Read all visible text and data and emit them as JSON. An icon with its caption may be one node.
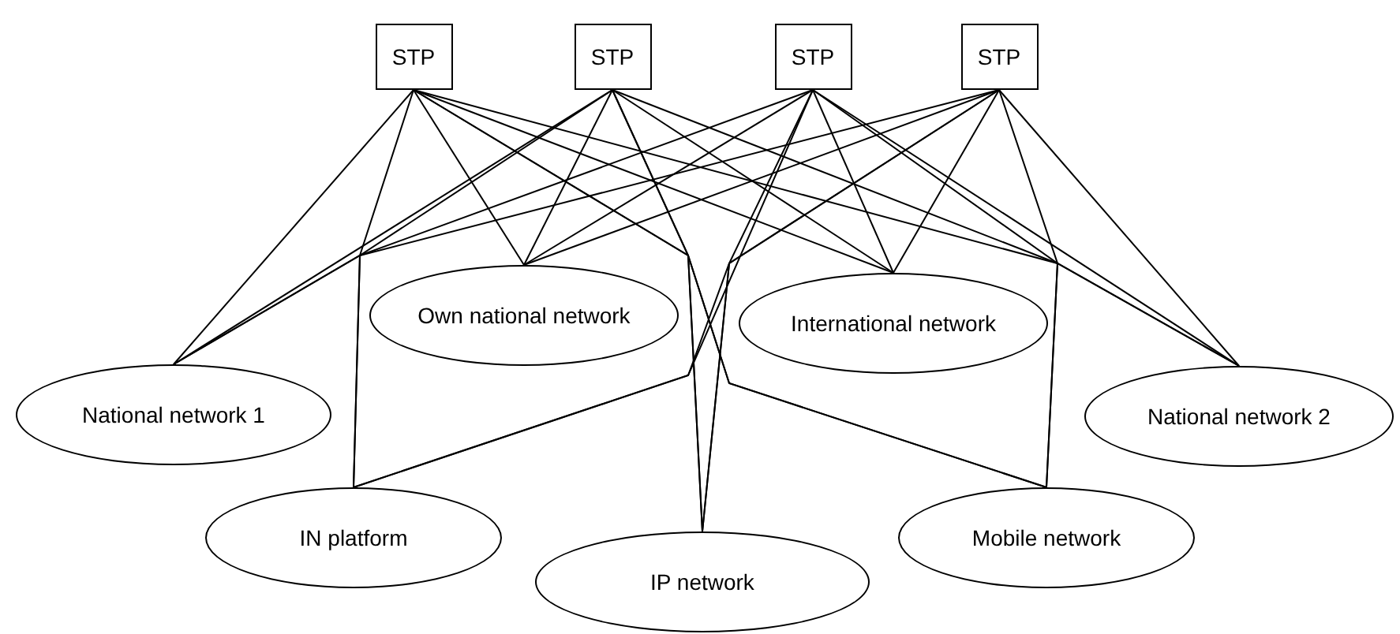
{
  "diagram": {
    "nodes": [
      {
        "text": [
          "STP"
        ]
      },
      {
        "text": [
          "STP"
        ]
      },
      {
        "text": [
          "STP"
        ]
      },
      {
        "text": [
          "STP"
        ]
      },
      {
        "text": [
          "Own national network"
        ]
      },
      {
        "text": [
          "International network"
        ]
      },
      {
        "text": [
          "National network 1"
        ]
      },
      {
        "text": [
          "National network 2"
        ]
      },
      {
        "text": [
          "IN platform"
        ]
      },
      {
        "text": [
          "Mobile network"
        ]
      },
      {
        "text": [
          "IP network"
        ]
      }
    ],
    "edges": [
      {
        "from": 0,
        "to": 4,
        "arrow": "none"
      },
      {
        "from": 0,
        "to": 5,
        "arrow": "none"
      },
      {
        "from": 0,
        "to": 6,
        "arrow": "none"
      },
      {
        "from": 0,
        "to": 7,
        "arrow": "none"
      },
      {
        "from": 0,
        "to": 8,
        "arrow": "none"
      },
      {
        "from": 0,
        "to": 9,
        "arrow": "none"
      },
      {
        "from": 0,
        "to": 10,
        "arrow": "none"
      },
      {
        "from": 1,
        "to": 4,
        "arrow": "none"
      },
      {
        "from": 1,
        "to": 5,
        "arrow": "none"
      },
      {
        "from": 1,
        "to": 6,
        "arrow": "none"
      },
      {
        "from": 1,
        "to": 7,
        "arrow": "none"
      },
      {
        "from": 1,
        "to": 8,
        "arrow": "none"
      },
      {
        "from": 1,
        "to": 9,
        "arrow": "none"
      },
      {
        "from": 1,
        "to": 10,
        "arrow": "none"
      },
      {
        "from": 2,
        "to": 4,
        "arrow": "none"
      },
      {
        "from": 2,
        "to": 5,
        "arrow": "none"
      },
      {
        "from": 2,
        "to": 6,
        "arrow": "none"
      },
      {
        "from": 2,
        "to": 7,
        "arrow": "none"
      },
      {
        "from": 2,
        "to": 8,
        "arrow": "none"
      },
      {
        "from": 2,
        "to": 9,
        "arrow": "none"
      },
      {
        "from": 2,
        "to": 10,
        "arrow": "none"
      },
      {
        "from": 3,
        "to": 4,
        "arrow": "none"
      },
      {
        "from": 3,
        "to": 5,
        "arrow": "none"
      },
      {
        "from": 3,
        "to": 6,
        "arrow": "none"
      },
      {
        "from": 3,
        "to": 7,
        "arrow": "none"
      },
      {
        "from": 3,
        "to": 8,
        "arrow": "none"
      },
      {
        "from": 3,
        "to": 9,
        "arrow": "none"
      },
      {
        "from": 3,
        "to": 10,
        "arrow": "none"
      }
    ]
  }
}
